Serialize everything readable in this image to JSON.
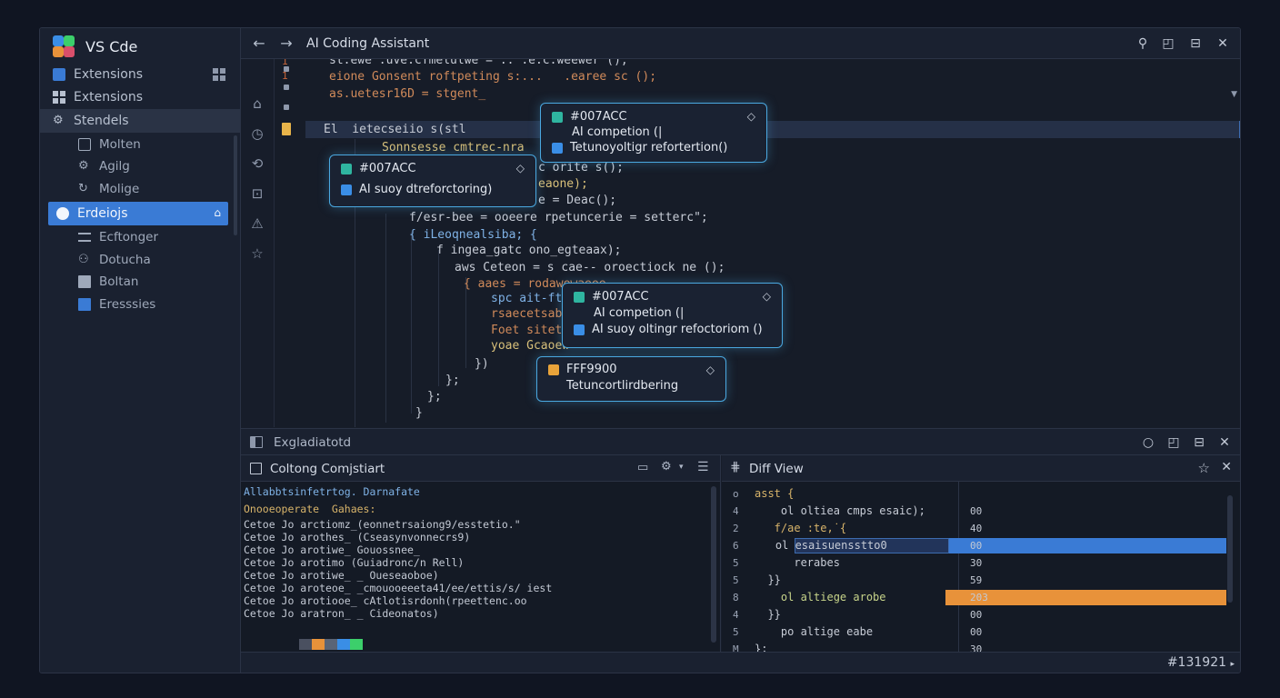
{
  "app": {
    "name": "VS Cde"
  },
  "titlebar": {
    "title": "AI Coding Assistant"
  },
  "sidebar": {
    "items": [
      {
        "label": "Extensions",
        "icon": "extensions-icon"
      },
      {
        "label": "Extensions",
        "icon": "grid-icon"
      },
      {
        "label": "Stendels",
        "icon": "settings-icon"
      },
      {
        "label": "Molten",
        "icon": "monitor-icon"
      },
      {
        "label": "Agilg",
        "icon": "gear-icon"
      },
      {
        "label": "Molige",
        "icon": "refresh-icon"
      },
      {
        "label": "Erdeiojs",
        "icon": "edit-icon"
      },
      {
        "label": "Ecftonger",
        "icon": "list-icon"
      },
      {
        "label": "Dotucha",
        "icon": "person-icon"
      },
      {
        "label": "Boltan",
        "icon": "box-icon"
      },
      {
        "label": "Eresssies",
        "icon": "square-icon"
      }
    ]
  },
  "editor": {
    "lines": [
      "st.ewe .uve.cfmelulwe = .. .e.c.weewer ();",
      "eione Gonsent roftpeting s:...   .earee sc ();",
      "as.uetesr16D = stgent_",
      "El  ietecseiio s(stl",
      "Sonnsesse cmtrec-nra",
      "",
      "c orite s();",
      "eaone);",
      "e = Deac();",
      "f/esr-bee = ooeere rpetuncerie = setterc\";",
      "{ iLeoqnealsiba; {",
      "f ingea_gatc ono_egteaax);",
      "aws Ceteon = s cae-- oroectiock ne ();",
      "{ aaes = rodawewaeee",
      "spc ait-ftee",
      "rsaecetsab",
      "Foet sitet",
      "yoae Gcaoew",
      "})",
      "};",
      "};",
      "}"
    ]
  },
  "popups": [
    {
      "title": "#007ACC",
      "line1": "AI competion (|",
      "line2": "Tetunoyoltigr refortertion()"
    },
    {
      "title": "#007ACC",
      "line1": "AI suoy dtreforctoring)"
    },
    {
      "title": "#007ACC",
      "line1": "AI competion (|",
      "line2": "AI suoy oltingr refoctoriom ()"
    },
    {
      "title": "FFF9900",
      "line1": "Tetuncortlirdbering"
    }
  ],
  "panel": {
    "title": "Exgladiatotd"
  },
  "console": {
    "title": "Coltong Comjstiart",
    "header": "Allabbtsinfetrtog. Darnafate",
    "subheader": "Onooeoperate  Gahaes:",
    "lines": [
      "Cetoe Jo arctiomz_(eonnetrsaiong9/esstetio.\"",
      "Cetoe Jo arothes_ (Cseasynvonnecrs9)",
      "Cetoe Jo arotiwe_ Gouossnee_",
      "Cetoe Jo arotimo (Guiadronc/n Rell)",
      "Cetoe Jo arotiwe_ _ Oueseaoboe)",
      "Cetoe Jo aroteoe_ _cmouooeeeta41/ee/ettis/s/ iest",
      "Cetoe Jo arotiooe_ cAtlotisrdonh(rpeettenc.oo",
      "Cetoe Jo aratron_ _ Cideonatos)"
    ],
    "swatches": [
      "#4a5060",
      "#e8923a",
      "#5a6476",
      "#3a8ee6",
      "#3ccf6b"
    ]
  },
  "diff": {
    "title": "Diff View",
    "rows": [
      {
        "ln": "o",
        "code": "asst {",
        "val": "",
        "bar": ""
      },
      {
        "ln": "4",
        "code": "    ol oltiea cmps esaic);",
        "val": "00",
        "bar": ""
      },
      {
        "ln": "2",
        "code": "   f/ae :te,˙{",
        "val": "40",
        "bar": ""
      },
      {
        "ln": "6",
        "code": "    ol esaisuensstto0",
        "val": "00",
        "bar": "blue"
      },
      {
        "ln": "5",
        "code": "      rerabes",
        "val": "30",
        "bar": ""
      },
      {
        "ln": "5",
        "code": "  }}",
        "val": "59",
        "bar": ""
      },
      {
        "ln": "8",
        "code": "    ol altiege arobe",
        "val": "203",
        "bar": "orange"
      },
      {
        "ln": "4",
        "code": "  }}",
        "val": "00",
        "bar": ""
      },
      {
        "ln": "5",
        "code": "    po altige eabe",
        "val": "00",
        "bar": ""
      },
      {
        "ln": "M",
        "code": "};",
        "val": "30",
        "bar": ""
      }
    ]
  },
  "status": {
    "right_text": "#131921"
  },
  "colors": {
    "accent": "#3a7bd5",
    "popup_border": "#4aa8e0",
    "orange": "#e8923a"
  }
}
